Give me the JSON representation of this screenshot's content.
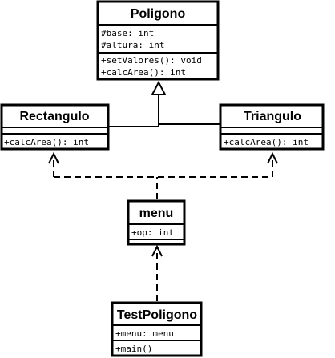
{
  "classes": {
    "poligono": {
      "name": "Poligono",
      "attributes": [
        "#base: int",
        "#altura: int"
      ],
      "methods": [
        "+setValores(): void",
        "+calcArea(): int"
      ]
    },
    "rectangulo": {
      "name": "Rectangulo",
      "attributes": [],
      "methods": [
        "+calcArea(): int"
      ]
    },
    "triangulo": {
      "name": "Triangulo",
      "attributes": [],
      "methods": [
        "+calcArea(): int"
      ]
    },
    "menu": {
      "name": "menu",
      "attributes": [
        "+op: int"
      ],
      "methods": []
    },
    "testpoligono": {
      "name": "TestPoligono",
      "attributes": [
        "+menu: menu"
      ],
      "methods": [
        "+main()"
      ]
    }
  },
  "relationships": [
    {
      "type": "generalization",
      "from": "Rectangulo",
      "to": "Poligono"
    },
    {
      "type": "generalization",
      "from": "Triangulo",
      "to": "Poligono"
    },
    {
      "type": "dependency",
      "from": "menu",
      "to": "Rectangulo"
    },
    {
      "type": "dependency",
      "from": "menu",
      "to": "Triangulo"
    },
    {
      "type": "dependency",
      "from": "TestPoligono",
      "to": "menu"
    }
  ]
}
